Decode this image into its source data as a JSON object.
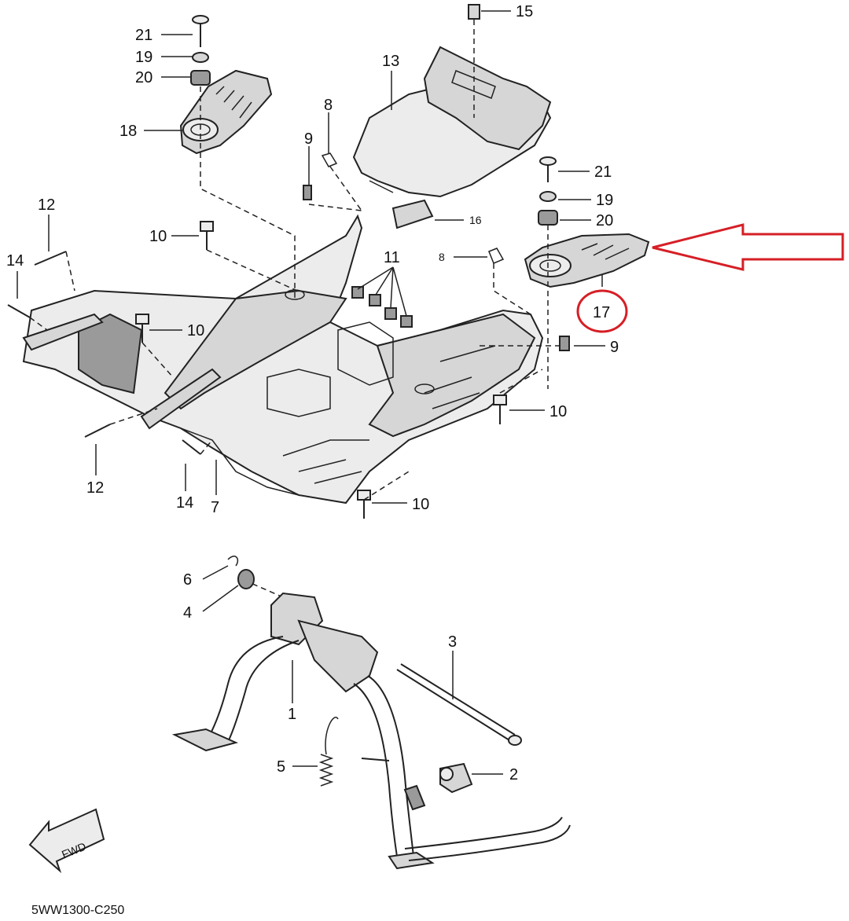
{
  "callouts": {
    "c21a": "21",
    "c19a": "19",
    "c20a": "20",
    "c18": "18",
    "c13": "13",
    "c15": "15",
    "c8a": "8",
    "c9a": "9",
    "c21b": "21",
    "c19b": "19",
    "c20b": "20",
    "c16": "16",
    "c8b": "8",
    "c11": "11",
    "c12a": "12",
    "c14a": "14",
    "c10a": "10",
    "c10b": "10",
    "c10c": "10",
    "c10d": "10",
    "c9b": "9",
    "c17": "17",
    "c12b": "12",
    "c14b": "14",
    "c7": "7",
    "c6": "6",
    "c4": "4",
    "c3": "3",
    "c1": "1",
    "c5": "5",
    "c2": "2"
  },
  "fwd_label": "FWD",
  "drawing_code": "5WW1300-C250",
  "highlight": {
    "color": "#d61f26",
    "circled_part": "17"
  }
}
